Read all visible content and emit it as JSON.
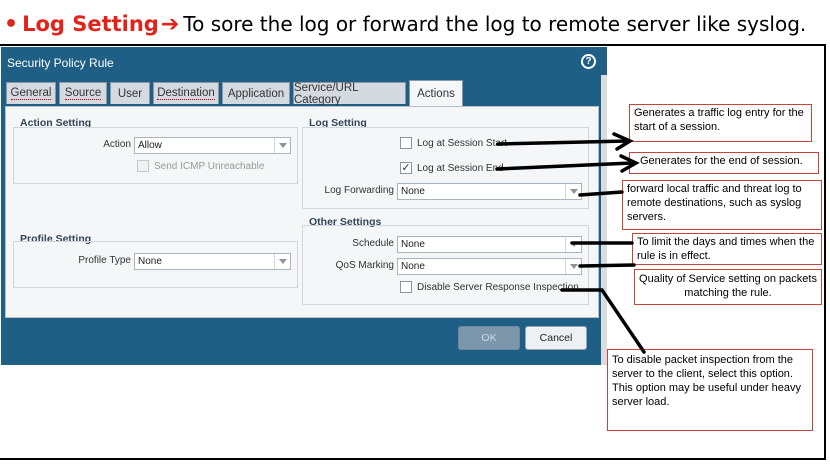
{
  "headline": {
    "bullet": "•",
    "title": "Log Setting",
    "arrow": "➔",
    "description": "To sore the log or forward the log to remote server like syslog."
  },
  "dialog": {
    "title": "Security Policy Rule",
    "help_icon": "?",
    "tabs": [
      "General",
      "Source",
      "User",
      "Destination",
      "Application",
      "Service/URL Category",
      "Actions"
    ],
    "active_tab": "Actions",
    "action_setting": {
      "title": "Action Setting",
      "action_label": "Action",
      "action_value": "Allow",
      "icmp_label": "Send ICMP Unreachable",
      "icmp_checked": false
    },
    "profile_setting": {
      "title": "Profile Setting",
      "profile_type_label": "Profile Type",
      "profile_type_value": "None"
    },
    "log_setting": {
      "title": "Log Setting",
      "log_start_label": "Log at Session Start",
      "log_start_checked": false,
      "log_end_label": "Log at Session End",
      "log_end_checked": true,
      "log_end_mark": "✓",
      "log_forwarding_label": "Log Forwarding",
      "log_forwarding_value": "None"
    },
    "other_settings": {
      "title": "Other Settings",
      "schedule_label": "Schedule",
      "schedule_value": "None",
      "qos_label": "QoS Marking",
      "qos_value": "None",
      "dsri_label": "Disable Server Response Inspection",
      "dsri_checked": false
    },
    "buttons": {
      "ok": "OK",
      "cancel": "Cancel"
    }
  },
  "annotations": {
    "log_start": "Generates a traffic log entry for the start of a session.",
    "log_end": "Generates for the end of session.",
    "log_forwarding": "forward local traffic and threat log to remote destinations, such as syslog servers.",
    "schedule": "To limit the days and times when the rule is in effect.",
    "qos": "Quality of Service setting on packets matching the rule.",
    "dsri": "To disable packet inspection from the server to the client, select this option. This option may be useful under heavy server load."
  },
  "colors": {
    "headline_accent": "#e2231a",
    "dialog_frame": "#1f5f86",
    "annotation_border": "#c4463a"
  }
}
